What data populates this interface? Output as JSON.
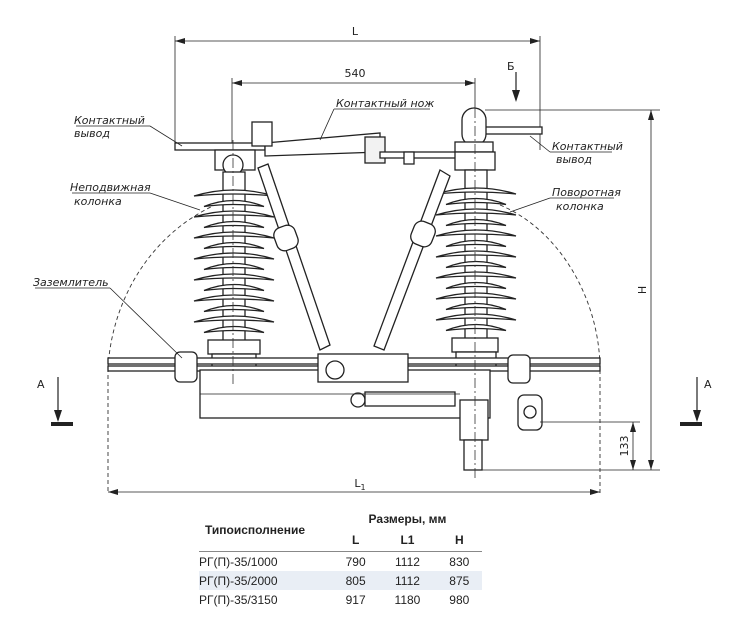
{
  "drawing": {
    "labels": {
      "contact_output_left": [
        "Контактный",
        "вывод"
      ],
      "contact_knife": "Контактный нож",
      "fixed_column": [
        "Неподвижная",
        "колонка"
      ],
      "grounding_switch": "Заземлитель",
      "contact_output_right": [
        "Контактный",
        "вывод"
      ],
      "rotary_column": [
        "Поворотная",
        "колонка"
      ]
    },
    "dimensions": {
      "L": "L",
      "d540": "540",
      "B": "Б",
      "H": "H",
      "d133": "133",
      "L1": "L",
      "L1_sub": "1",
      "A_left": "A",
      "A_right": "A"
    }
  },
  "table": {
    "col_type": "Типоисполнение",
    "col_dims": "Размеры, мм",
    "sub_headers": [
      "L",
      "L1",
      "H"
    ],
    "rows": [
      {
        "type": "РГ(П)-35/1000",
        "L": "790",
        "L1": "1112",
        "H": "830"
      },
      {
        "type": "РГ(П)-35/2000",
        "L": "805",
        "L1": "1112",
        "H": "875"
      },
      {
        "type": "РГ(П)-35/3150",
        "L": "917",
        "L1": "1180",
        "H": "980"
      }
    ]
  }
}
